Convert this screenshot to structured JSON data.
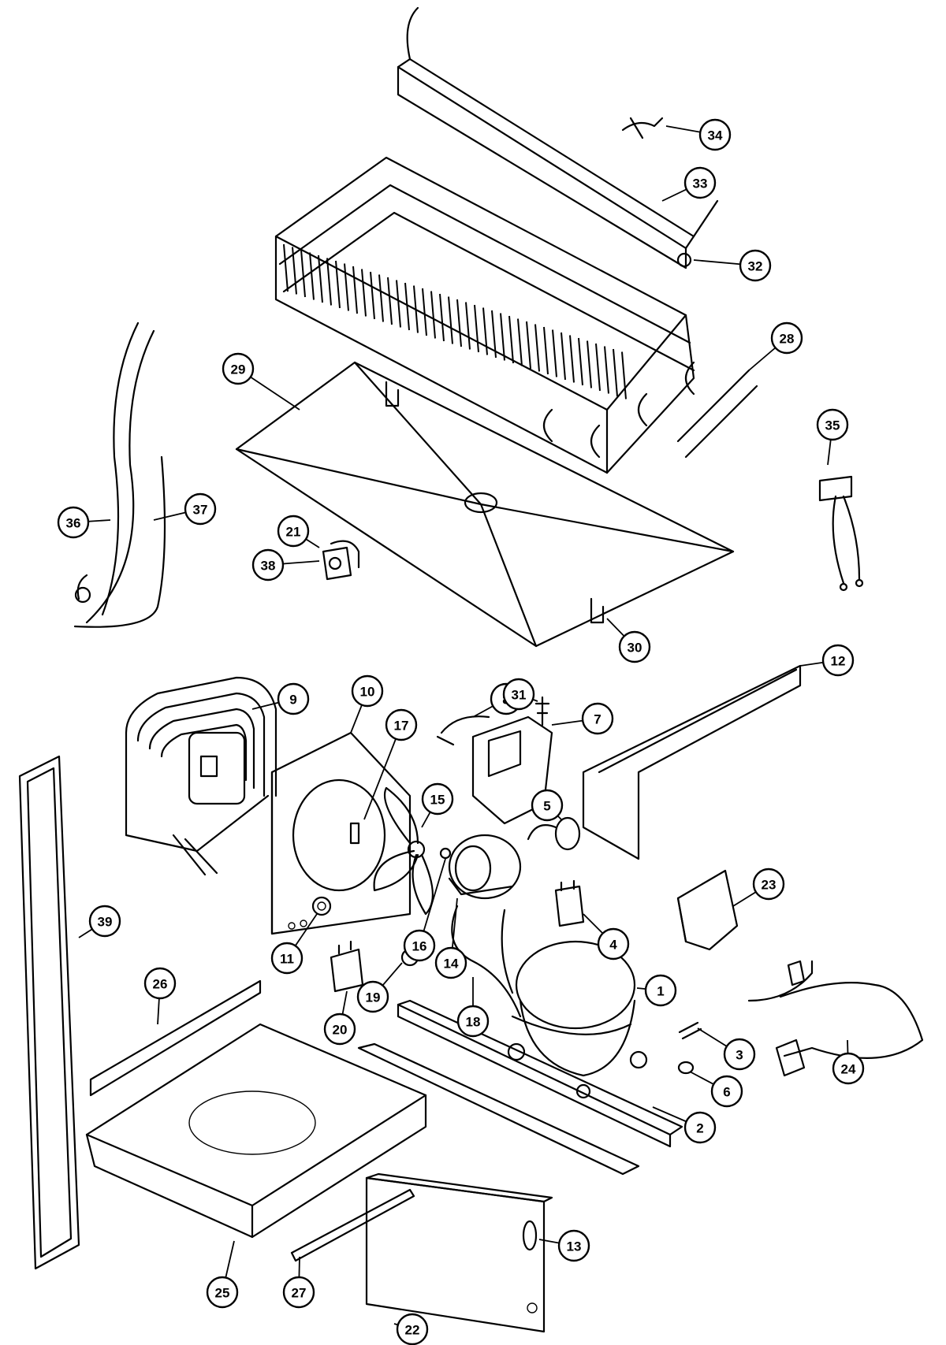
{
  "callouts": [
    {
      "number": "1"
    },
    {
      "number": "2"
    },
    {
      "number": "3"
    },
    {
      "number": "4"
    },
    {
      "number": "5"
    },
    {
      "number": "6"
    },
    {
      "number": "7"
    },
    {
      "number": "8"
    },
    {
      "number": "9"
    },
    {
      "number": "10"
    },
    {
      "number": "11"
    },
    {
      "number": "12"
    },
    {
      "number": "13"
    },
    {
      "number": "14"
    },
    {
      "number": "15"
    },
    {
      "number": "16"
    },
    {
      "number": "17"
    },
    {
      "number": "18"
    },
    {
      "number": "19"
    },
    {
      "number": "20"
    },
    {
      "number": "21"
    },
    {
      "number": "22"
    },
    {
      "number": "23"
    },
    {
      "number": "24"
    },
    {
      "number": "25"
    },
    {
      "number": "26"
    },
    {
      "number": "27"
    },
    {
      "number": "28"
    },
    {
      "number": "29"
    },
    {
      "number": "30"
    },
    {
      "number": "31"
    },
    {
      "number": "32"
    },
    {
      "number": "33"
    },
    {
      "number": "34"
    },
    {
      "number": "35"
    },
    {
      "number": "36"
    },
    {
      "number": "37"
    },
    {
      "number": "38"
    },
    {
      "number": "39"
    }
  ]
}
